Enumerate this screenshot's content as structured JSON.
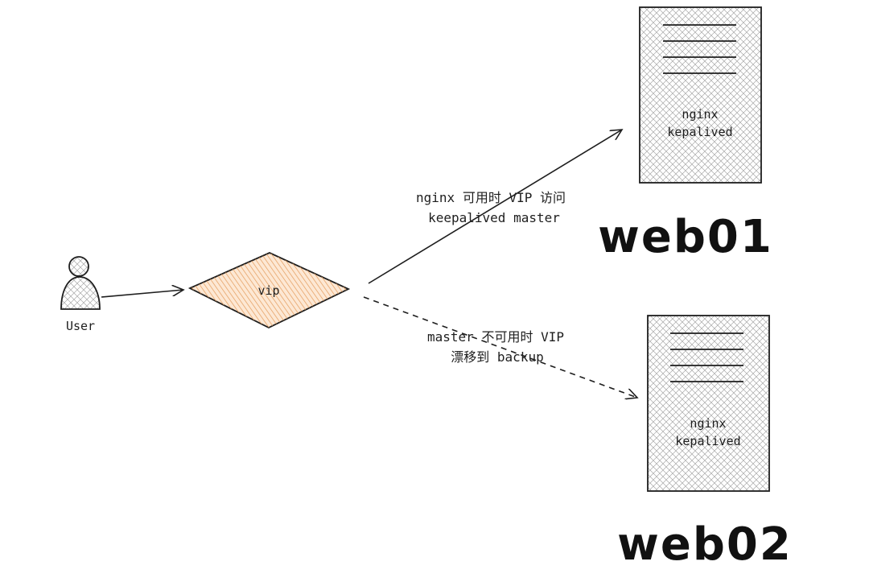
{
  "user": {
    "label": "User"
  },
  "vip": {
    "label": "vip",
    "fill_color": "#f4a261",
    "stroke_color": "#222222"
  },
  "edges": {
    "master": {
      "line1": "nginx 可用时 VIP 访问",
      "line2": "keepalived master"
    },
    "backup": {
      "line1": "master 不可用时 VIP",
      "line2": "漂移到 backup"
    }
  },
  "servers": [
    {
      "name": "web01",
      "line1": "nginx",
      "line2": "kepalived"
    },
    {
      "name": "web02",
      "line1": "nginx",
      "line2": "kepalived"
    }
  ],
  "colors": {
    "ink": "#1e1e1e",
    "hatch": "#9e9e9e"
  }
}
